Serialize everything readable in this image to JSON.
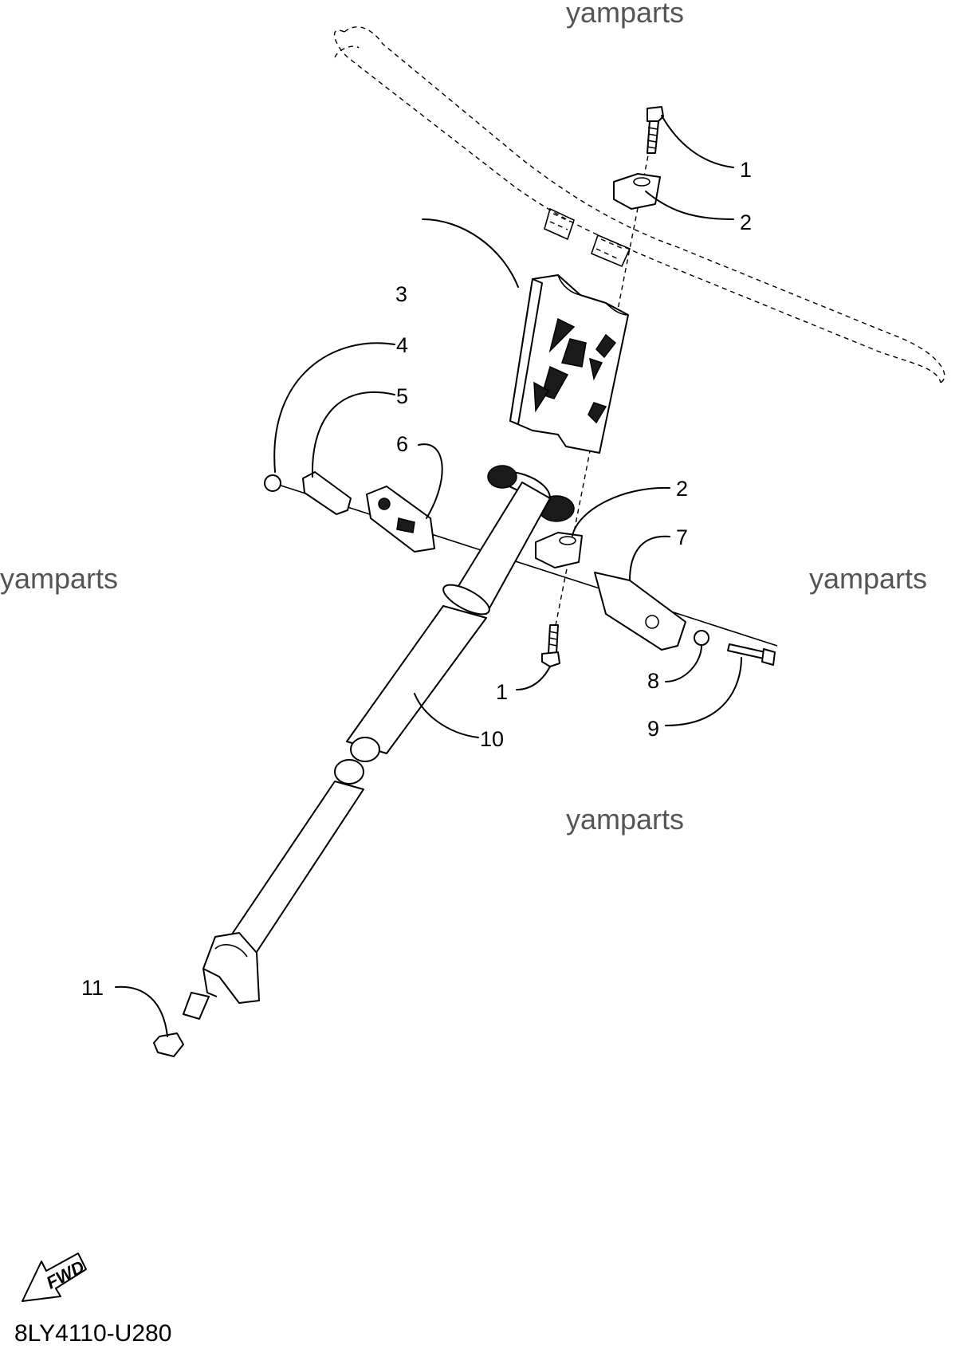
{
  "watermark": {
    "text_top": "yamparts",
    "text_left": "yamparts",
    "text_right": "yamparts",
    "text_center": "yamparts"
  },
  "callouts": {
    "c1_top": "1",
    "c2_top": "2",
    "c3": "3",
    "c4": "4",
    "c5": "5",
    "c6": "6",
    "c2_lower": "2",
    "c7": "7",
    "c1_lower": "1",
    "c8": "8",
    "c9": "9",
    "c10": "10",
    "c11": "11"
  },
  "fwd_label": "FWD",
  "diagram_code": "8LY4110-U280"
}
